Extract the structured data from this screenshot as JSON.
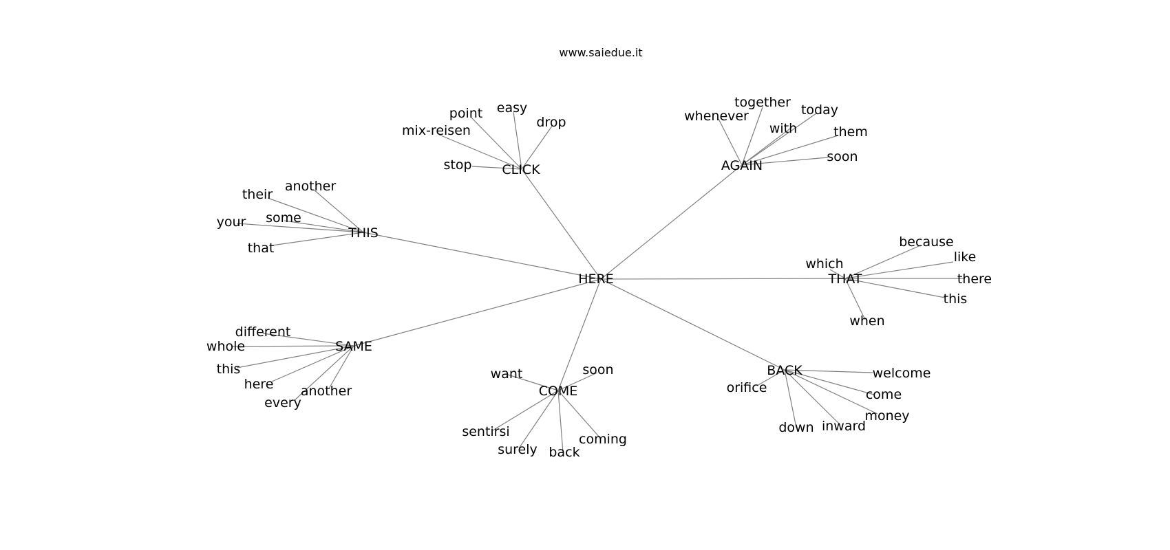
{
  "title": "www.saiedue.it",
  "center": "HERE",
  "edge_color": "#808080",
  "groups": [
    {
      "hub": "CLICK",
      "leaves": [
        "point",
        "easy",
        "drop",
        "mix-reisen",
        "stop"
      ]
    },
    {
      "hub": "AGAIN",
      "leaves": [
        "together",
        "whenever",
        "today",
        "with",
        "them",
        "soon"
      ]
    },
    {
      "hub": "THIS",
      "leaves": [
        "another",
        "their",
        "some",
        "your",
        "that"
      ]
    },
    {
      "hub": "THAT",
      "leaves": [
        "because",
        "which",
        "like",
        "there",
        "this",
        "when"
      ]
    },
    {
      "hub": "SAME",
      "leaves": [
        "different",
        "whole",
        "this",
        "here",
        "another",
        "every"
      ]
    },
    {
      "hub": "COME",
      "leaves": [
        "want",
        "soon",
        "sentirsi",
        "surely",
        "back",
        "coming"
      ]
    },
    {
      "hub": "BACK",
      "leaves": [
        "welcome",
        "orifice",
        "come",
        "money",
        "inward",
        "down"
      ]
    }
  ]
}
